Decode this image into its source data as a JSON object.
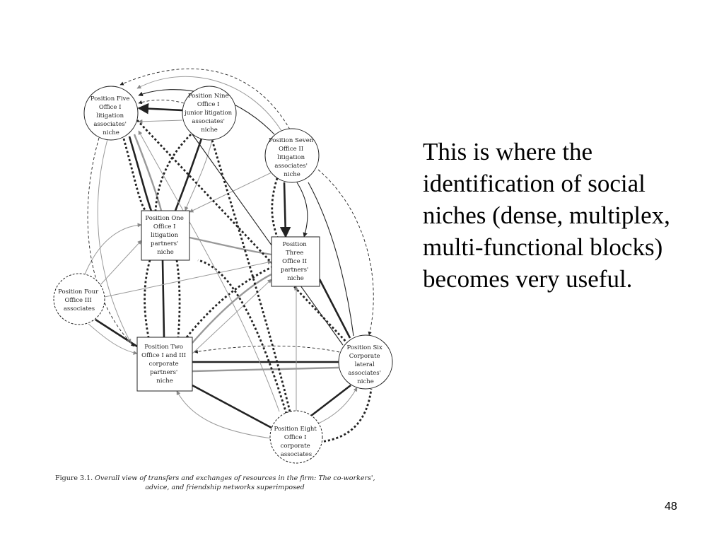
{
  "nodes": [
    {
      "id": "p5",
      "shape": "circle",
      "dashed": false,
      "lines": [
        "Position Five",
        "Office I",
        "litigation",
        "associates'",
        "niche"
      ]
    },
    {
      "id": "p9",
      "shape": "circle",
      "dashed": false,
      "lines": [
        "Position Nine",
        "Office I",
        "junior litigation",
        "associates'",
        "niche"
      ]
    },
    {
      "id": "p7",
      "shape": "circle",
      "dashed": false,
      "lines": [
        "Position Seven",
        "Office II",
        "litigation",
        "associates'",
        "niche"
      ]
    },
    {
      "id": "p1",
      "shape": "rect",
      "dashed": false,
      "lines": [
        "Position One",
        "Office I",
        "litigation",
        "partners'",
        "niche"
      ]
    },
    {
      "id": "p3",
      "shape": "rect",
      "dashed": false,
      "lines": [
        "Position",
        "Three",
        "Office II",
        "partners'",
        "niche"
      ]
    },
    {
      "id": "p4",
      "shape": "circle",
      "dashed": true,
      "lines": [
        "Position Four",
        "Office III",
        "associates"
      ]
    },
    {
      "id": "p2",
      "shape": "rect",
      "dashed": false,
      "lines": [
        "Position Two",
        "Office I and III",
        "corporate",
        "partners'",
        "niche"
      ]
    },
    {
      "id": "p6",
      "shape": "circle",
      "dashed": false,
      "lines": [
        "Position Six",
        "Corporate",
        "lateral",
        "associates'",
        "niche"
      ]
    },
    {
      "id": "p8",
      "shape": "circle",
      "dashed": true,
      "lines": [
        "Position Eight",
        "Office I",
        "corporate",
        "associates"
      ]
    }
  ],
  "caption": {
    "lead": "Figure 3.1.",
    "line1": "Overall view of transfers and exchanges of resources in the firm: The co-workers',",
    "line2": "advice, and friendship networks superimposed"
  },
  "body_text": "This is where the identification of social niches (dense, multiplex, multi-functional blocks) becomes very useful.",
  "slide_number": "48"
}
